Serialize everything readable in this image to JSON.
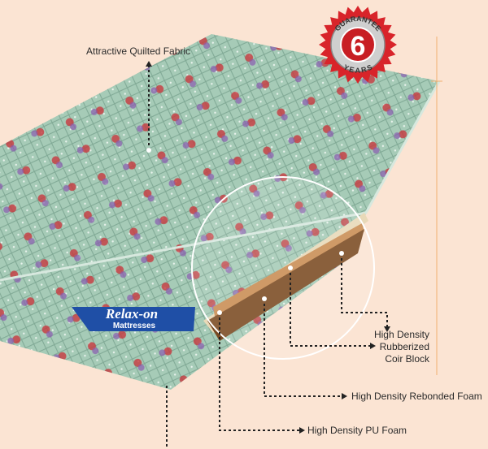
{
  "badge": {
    "top_text": "GUARANTEE",
    "number": "6",
    "bottom_text": "YEARS"
  },
  "brand": {
    "name": "Relax-on",
    "sub": "Mattresses"
  },
  "callouts": {
    "fabric": "Attractive Quilted Fabric",
    "coir_line1": "High Density",
    "coir_line2": "Rubberized",
    "coir_line3": "Coir Block",
    "rebonded": "High Density Rebonded Foam",
    "pu": "High Density PU Foam"
  },
  "colors": {
    "background": "#fbe4d3",
    "fabric": "#a9cdb9",
    "badge_red": "#d8242a",
    "brand_blue": "#1f4fa6",
    "coir": "#7a4a22"
  }
}
